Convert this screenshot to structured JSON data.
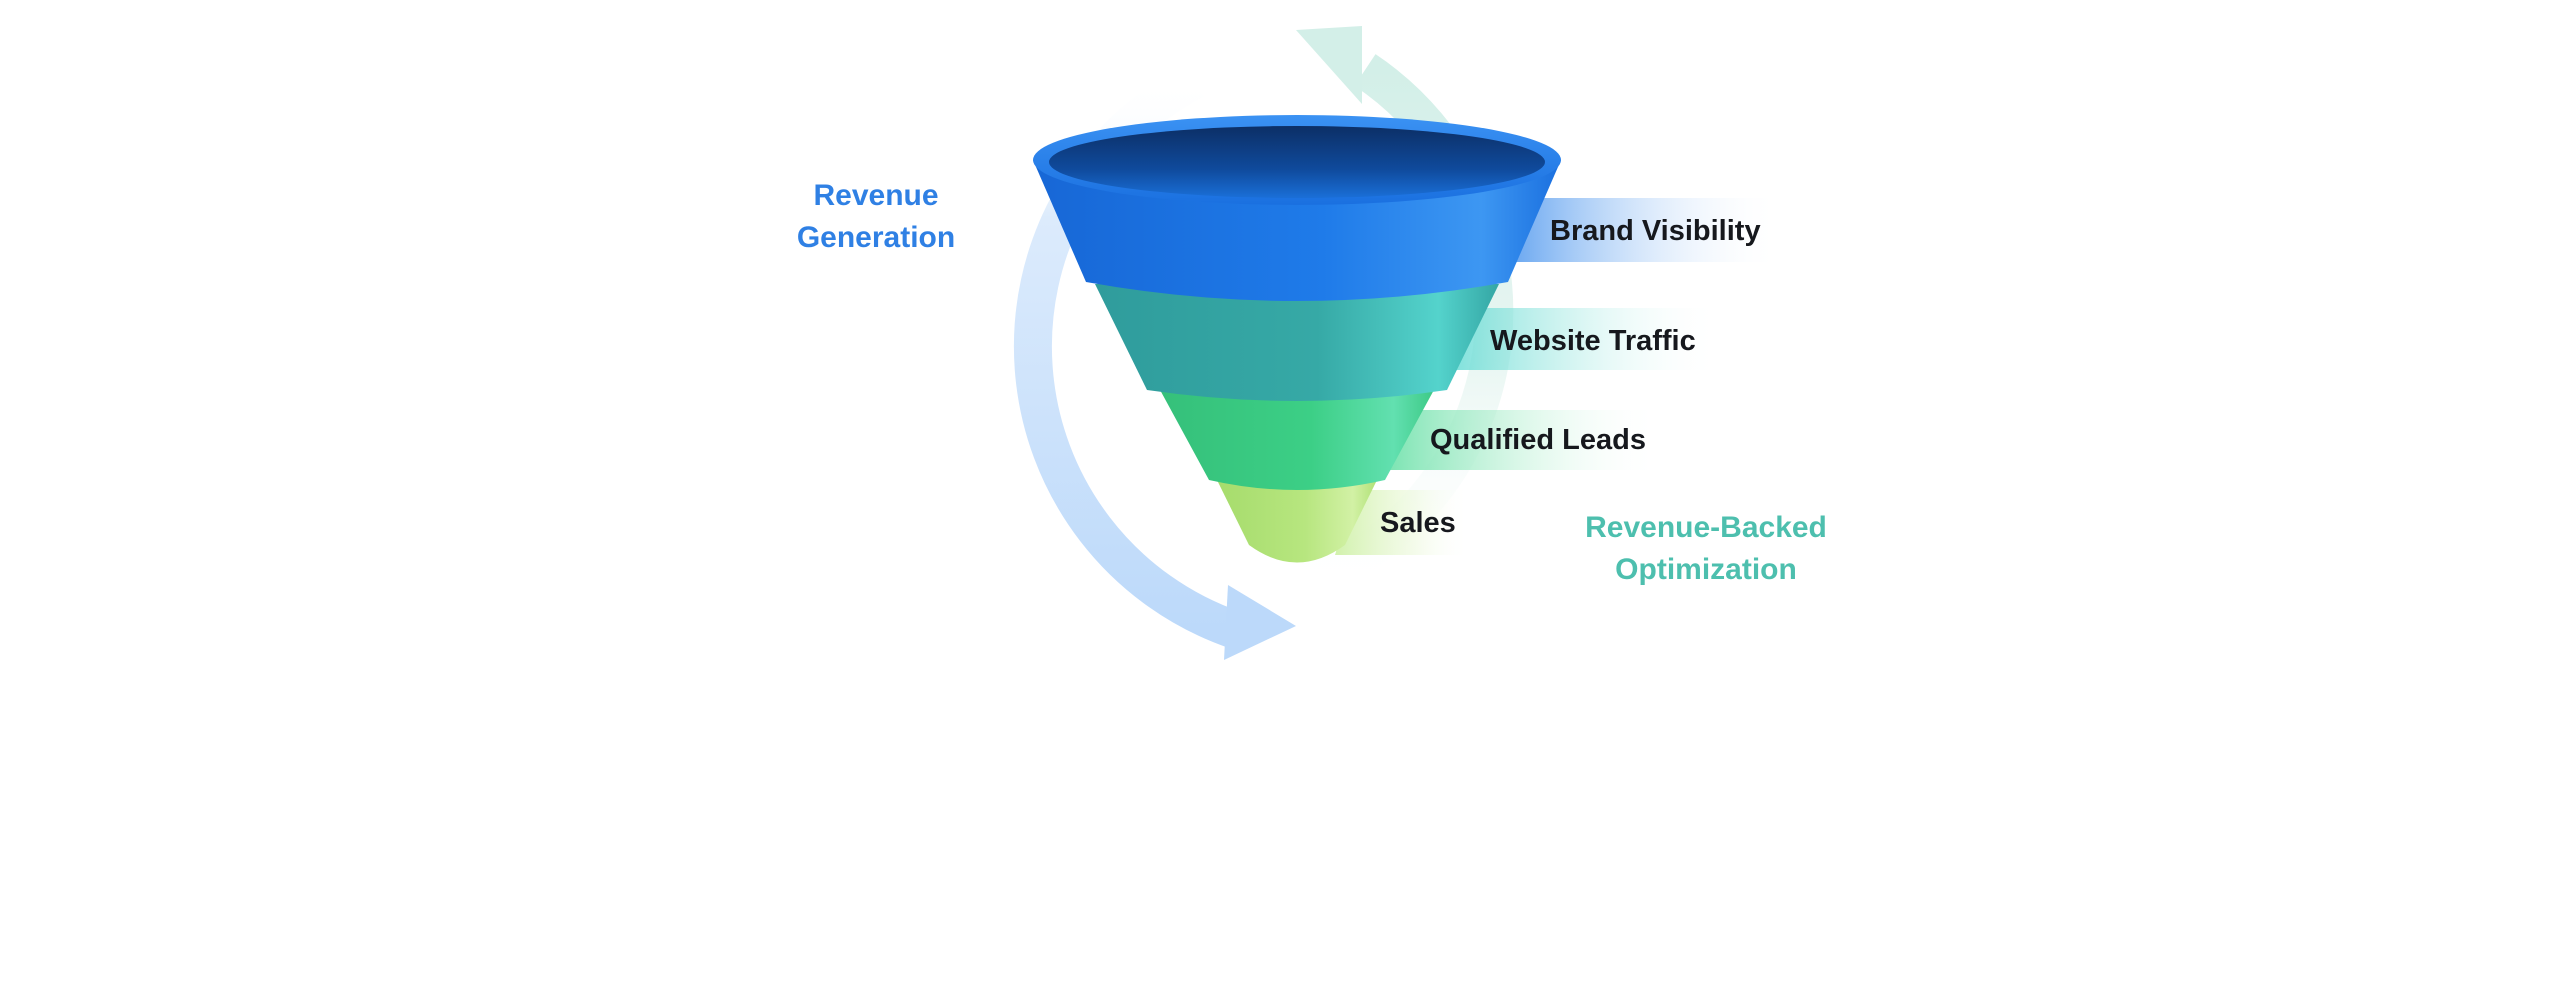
{
  "diagram": {
    "cycle_labels": {
      "left": [
        "Revenue",
        "Generation"
      ],
      "right": [
        "Revenue-Backed",
        "Optimization"
      ]
    },
    "stages": [
      {
        "label": "Brand Visibility",
        "color": "#1f7be9"
      },
      {
        "label": "Website Traffic",
        "color": "#36a9a6"
      },
      {
        "label": "Qualified Leads",
        "color": "#3ccf86"
      },
      {
        "label": "Sales",
        "color": "#b7e67f"
      }
    ],
    "colors": {
      "left_label": "#2f80e4",
      "right_label": "#4dbfae",
      "left_arrow": "#c8e0fb",
      "right_arrow": "#d8f1ec"
    },
    "icons": {
      "left_arrow": "circular-arrow-icon",
      "right_arrow": "circular-arrow-icon"
    }
  }
}
